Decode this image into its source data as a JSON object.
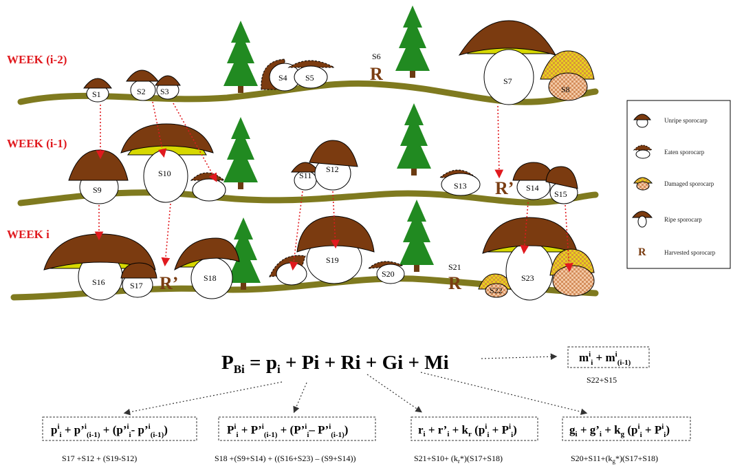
{
  "weeks": [
    "WEEK (i-2)",
    "WEEK (i-1)",
    "WEEK i"
  ],
  "sporocarps": {
    "s1": "S1",
    "s2": "S2",
    "s3": "S3",
    "s4": "S4",
    "s5": "S5",
    "s6": "S6",
    "s7": "S7",
    "s8": "S8",
    "s9": "S9",
    "s10": "S10",
    "s11": "S11",
    "s12": "S12",
    "s13": "S13",
    "s14": "S14",
    "s15": "S15",
    "s16": "S16",
    "s17": "S17",
    "s18": "S18",
    "s19": "S19",
    "s20": "S20",
    "s21": "S21",
    "s22": "S22",
    "s23": "S23"
  },
  "harvest_marks": {
    "r_w1": "R",
    "r_w2": "R’",
    "r_w3a": "R’",
    "r_w3b": "R"
  },
  "legend": {
    "unripe": "Unripe sporocarp",
    "eaten": "Eaten sporocarp",
    "damaged": "Damaged sporocarp",
    "ripe": "Ripe sporocarp",
    "harvested_symbol": "R",
    "harvested": "Harvested sporocarp"
  },
  "equation": {
    "lhs": "P",
    "lhs_sub": "Bi",
    "t1": "p",
    "t1_sub": "i",
    "t2": "Pi",
    "t3": "Ri",
    "t4": "Gi",
    "t5": "Mi"
  },
  "m_box": {
    "caption": "S22+S15"
  },
  "boxes": [
    {
      "caption": "S17 +S12 + (S19-S12)"
    },
    {
      "caption": "S18 +(S9+S14) + ((S16+S23) – (S9+S14))"
    },
    {
      "caption": "S21+S10+ (k"
    },
    {
      "caption": "S20+S11+(k"
    }
  ],
  "caption_tails": {
    "b3_sub": "r",
    "b3_rest": "*)(S17+S18)",
    "b4_sub": "g",
    "b4_rest": "*)(S17+S18)"
  },
  "colors": {
    "cap": "#7b3b10",
    "stem": "#ffffff",
    "gill": "#d7d800",
    "ground": "#7f7a1f",
    "tree": "#218a21",
    "week": "#e0191e",
    "arrow": "#e0191e"
  }
}
